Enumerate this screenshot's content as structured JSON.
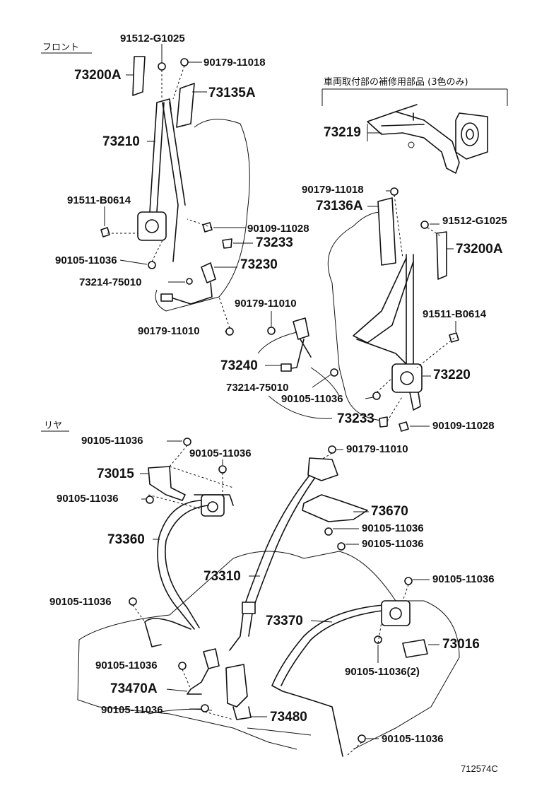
{
  "sections": {
    "front": "フロント",
    "rear": "リヤ"
  },
  "note": "車両取付部の補修用部品 (3色のみ)",
  "labels": {
    "p91512_g1025_a": "91512-G1025",
    "p90179_11018_a": "90179-11018",
    "p73200a_a": "73200A",
    "p73135a": "73135A",
    "p73210": "73210",
    "p91511_b0614_a": "91511-B0614",
    "p90109_11028_a": "90109-11028",
    "p73233_a": "73233",
    "p90105_11036_a": "90105-11036",
    "p73230": "73230",
    "p73214_75010_a": "73214-75010",
    "p90179_11010_a": "90179-11010",
    "p73219": "73219",
    "p90179_11018_b": "90179-11018",
    "p73136a": "73136A",
    "p91512_g1025_b": "91512-G1025",
    "p73200a_b": "73200A",
    "p90179_11010_b": "90179-11010",
    "p91511_b0614_b": "91511-B0614",
    "p73240": "73240",
    "p73220": "73220",
    "p73214_75010_b": "73214-75010",
    "p90105_11036_b": "90105-11036",
    "p73233_b": "73233",
    "p90109_11028_b": "90109-11028",
    "p90105_11036_c": "90105-11036",
    "p90179_11010_c": "90179-11010",
    "p90105_11036_d": "90105-11036",
    "p73015": "73015",
    "p90105_11036_e": "90105-11036",
    "p73670": "73670",
    "p73360": "73360",
    "p90105_11036_f": "90105-11036",
    "p90105_11036_g": "90105-11036",
    "p73310": "73310",
    "p90105_11036_h": "90105-11036",
    "p90105_11036_i": "90105-11036",
    "p73370": "73370",
    "p73016": "73016",
    "p90105_11036_j": "90105-11036",
    "p90105_11036_k": "90105-11036(2)",
    "p73470a": "73470A",
    "p90105_11036_l": "90105-11036",
    "p73480": "73480",
    "p90105_11036_m": "90105-11036"
  },
  "figure_code": "712574C"
}
